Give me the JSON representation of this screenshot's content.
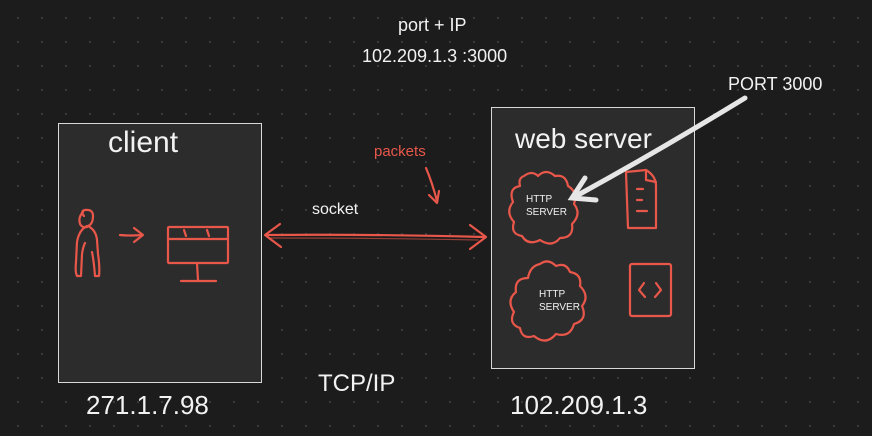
{
  "header": {
    "line1": "port + IP",
    "line2": "102.209.1.3 :3000"
  },
  "client": {
    "title": "client",
    "ip": "271.1.7.98"
  },
  "server": {
    "title": "web server",
    "ip": "102.209.1.3",
    "http_server_1": [
      "HTTP",
      "SERVER"
    ],
    "http_server_2": [
      "HTTP",
      "SERVER"
    ]
  },
  "connection": {
    "packets_label": "packets",
    "socket_label": "socket",
    "protocol_label": "TCP/IP"
  },
  "port_callout": "PORT 3000",
  "colors": {
    "background": "#1c1c1c",
    "box_fill": "#2c2c2c",
    "box_border": "#d8d8d8",
    "sketch_red": "#e8574a",
    "text": "#f2f2f2"
  }
}
